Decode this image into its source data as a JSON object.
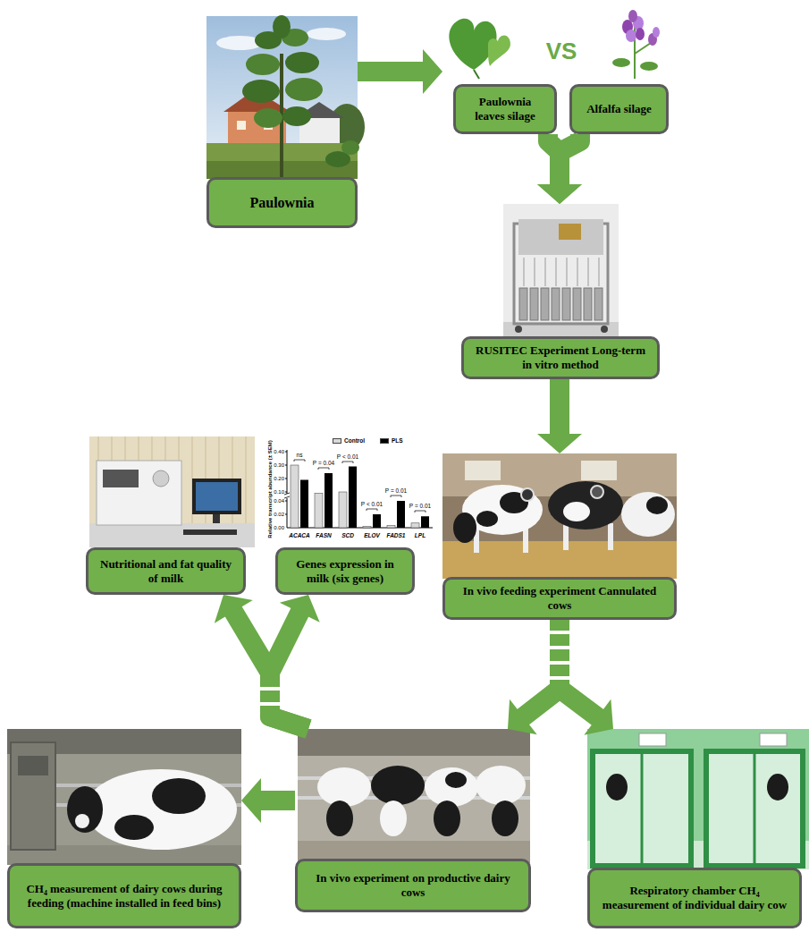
{
  "diagram": {
    "nodes": [
      {
        "text": [
          "Paulownia"
        ]
      },
      {
        "text": [
          "Paulownia leaves silage"
        ]
      },
      {
        "text": [
          "Alfalfa silage"
        ]
      },
      {
        "text": [
          "RUSITEC Experiment Long-term in vitro method"
        ]
      },
      {
        "text": [
          "Nutritional and fat quality of milk"
        ]
      },
      {
        "text": [
          "Genes expression in milk (six genes)"
        ]
      },
      {
        "text": [
          "In vivo feeding experiment Cannulated cows"
        ]
      },
      {
        "text": [
          "CH₄ measurement of dairy cows during feeding (machine installed in feed bins)"
        ]
      },
      {
        "text": [
          "In vivo experiment on productive dairy cows"
        ]
      },
      {
        "text": [
          "Respiratory chamber CH₄ measurement of individual dairy cow"
        ]
      }
    ],
    "edges": [
      {
        "from": 0,
        "to": 1,
        "arrow": "to"
      },
      {
        "from": 1,
        "to": 3,
        "arrow": "to"
      },
      {
        "from": 2,
        "to": 3,
        "arrow": "to"
      },
      {
        "from": 3,
        "to": 6,
        "arrow": "to"
      },
      {
        "from": 6,
        "to": 8,
        "arrow": "to"
      },
      {
        "from": 6,
        "to": 9,
        "arrow": "to"
      },
      {
        "from": 8,
        "to": 7,
        "arrow": "to"
      },
      {
        "from": 8,
        "to": 4,
        "arrow": "to"
      },
      {
        "from": 8,
        "to": 5,
        "arrow": "to"
      }
    ],
    "labels": [
      "VS",
      "ns",
      "P = 0.04",
      "P < 0.01",
      "P < 0.01",
      "P = 0.01",
      "P = 0.01",
      "Relative transcript abundance (± SEM)",
      "0.40",
      "0.30",
      "0.20",
      "0.10",
      "0.04",
      "0.02",
      "0.00",
      "ACACA",
      "FASN",
      "SCD",
      "ELOV",
      "FADS1",
      "LPL"
    ],
    "legend": [
      {
        "text": "Control",
        "color": "#d9d9d9"
      },
      {
        "text": "PLS",
        "color": "#000000"
      }
    ]
  }
}
